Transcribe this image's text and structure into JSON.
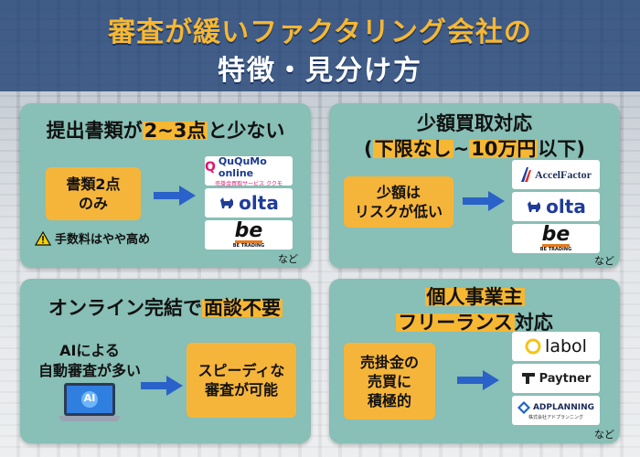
{
  "header": {
    "title_line1": "審査が緩いファクタリング会社の",
    "title_line2": "特徴・見分け方"
  },
  "panel1": {
    "title_pre": "提出書類が",
    "title_hl": "2~3点",
    "title_post": "と少ない",
    "box_line1": "書類2点",
    "box_line2": "のみ",
    "warning_text": "手数料はやや高め",
    "logos": [
      "QuQuMo online",
      "olta",
      "be"
    ],
    "logo_sub": [
      "売掛金買取サービス ククモ",
      "BE TRADING"
    ],
    "nado": "など"
  },
  "panel2": {
    "title_line1": "少額買取対応",
    "title_pre": "(",
    "title_hl1": "下限なし",
    "title_mid": "~",
    "title_hl2": "10万円",
    "title_post": "以下)",
    "box_line1": "少額は",
    "box_line2": "リスクが低い",
    "logos": [
      "AccelFactor",
      "olta",
      "be"
    ],
    "logo_sub": [
      "BE TRADING"
    ],
    "nado": "など"
  },
  "panel3": {
    "title_pre": "オンライン完結で",
    "title_hl": "面談不要",
    "left_line1": "AIによる",
    "left_line2": "自動審査が多い",
    "laptop_label": "AI",
    "box_line1": "スピーディな",
    "box_line2": "審査が可能"
  },
  "panel4": {
    "title_line1": "個人事業主",
    "title_hl": "フリーランス",
    "title_post": "対応",
    "box_line1": "売掛金の",
    "box_line2": "売買に",
    "box_line3": "積極的",
    "logos": [
      "labol",
      "Paytner",
      "ADPLANNING"
    ],
    "logo_sub": [
      "株式会社アドプランニング"
    ],
    "nado": "など"
  },
  "colors": {
    "header_bg": "#244678",
    "title_accent": "#f6b733",
    "panel_bg": "#88bfb6",
    "box_bg": "#f5b53a",
    "arrow": "#2a62c9"
  }
}
